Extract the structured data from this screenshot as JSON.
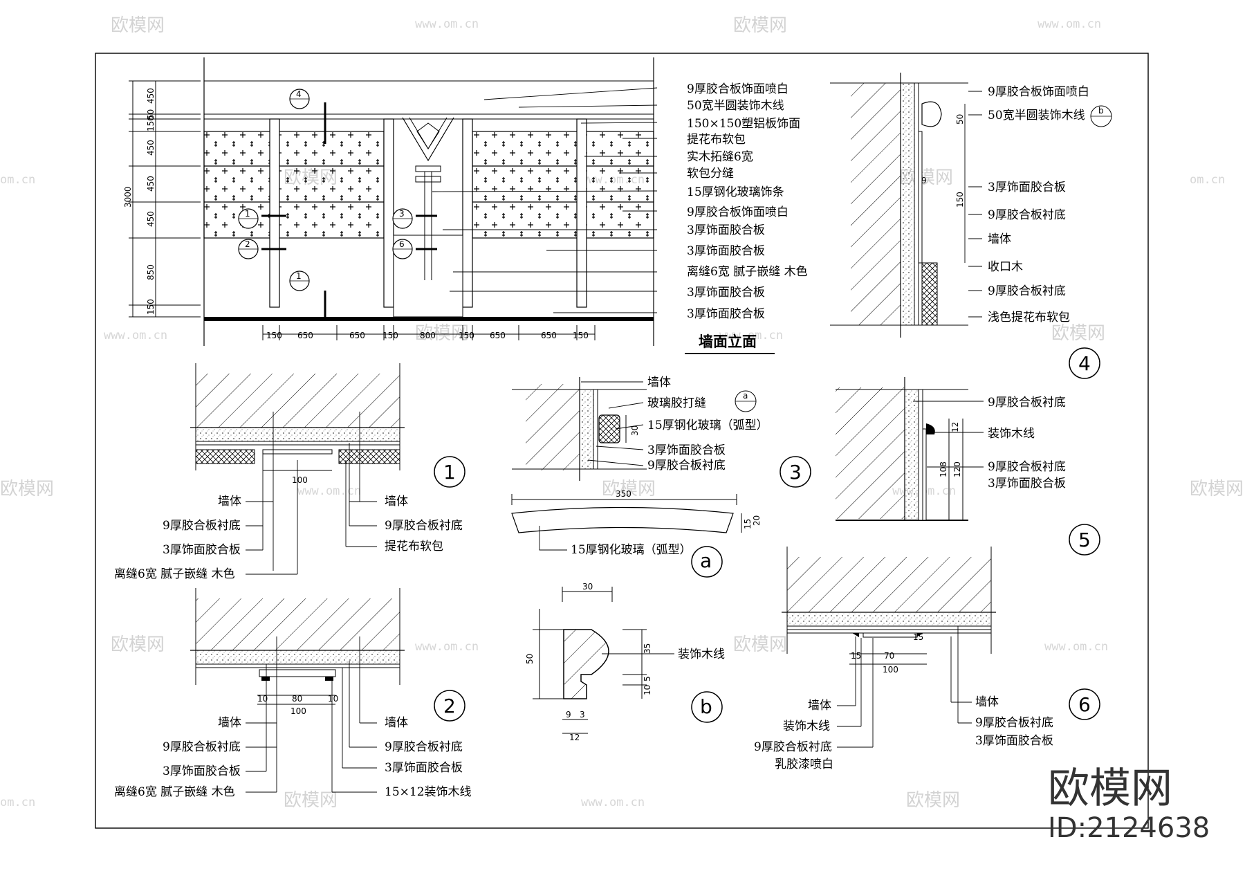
{
  "watermark": {
    "brand": "欧模网",
    "url": "www.om.cn",
    "short": "om.cn"
  },
  "elevation": {
    "title": "墙面立面",
    "height_total": "3000",
    "vdims": [
      "450",
      "50",
      "150",
      "450",
      "450",
      "450",
      "850",
      "150"
    ],
    "hdims": [
      "150",
      "650",
      "650",
      "150",
      "800",
      "150",
      "650",
      "650",
      "150"
    ],
    "labels": [
      "9厚胶合板饰面喷白",
      "50宽半圆装饰木线",
      "150×150塑铝板饰面",
      "提花布软包",
      "实木拓缝6宽",
      "软包分缝",
      "15厚钢化玻璃饰条",
      "9厚胶合板饰面喷白",
      "3厚饰面胶合板",
      "3厚饰面胶合板",
      "离缝6宽  腻子嵌缝  木色",
      "3厚饰面胶合板",
      "3厚饰面胶合板"
    ],
    "callouts": [
      "4",
      "1",
      "2",
      "3",
      "6",
      "1"
    ]
  },
  "detail1": {
    "num": "1",
    "dim": "100",
    "left": [
      "墙体",
      "9厚胶合板衬底",
      "3厚饰面胶合板",
      "离缝6宽  腻子嵌缝  木色"
    ],
    "right": [
      "墙体",
      "9厚胶合板衬底",
      "提花布软包"
    ]
  },
  "detail2": {
    "num": "2",
    "dims": [
      "10",
      "80",
      "10",
      "100"
    ],
    "left": [
      "墙体",
      "9厚胶合板衬底",
      "3厚饰面胶合板",
      "离缝6宽  腻子嵌缝  木色"
    ],
    "right": [
      "墙体",
      "9厚胶合板衬底",
      "3厚饰面胶合板",
      "15×12装饰木线"
    ]
  },
  "detail3": {
    "num": "3",
    "dim": "30",
    "labels": [
      "墙体",
      "玻璃胶打缝",
      "15厚钢化玻璃（弧型）",
      "3厚饰面胶合板",
      "9厚胶合板衬底"
    ],
    "ref": "a"
  },
  "detailA": {
    "num": "a",
    "dims": [
      "350",
      "15",
      "20"
    ],
    "label": "15厚钢化玻璃（弧型）"
  },
  "detailB": {
    "num": "b",
    "dims": [
      "30",
      "50",
      "35",
      "10",
      "5",
      "9",
      "3",
      "12"
    ],
    "label": "装饰木线"
  },
  "detail4": {
    "num": "4",
    "dims": [
      "50",
      "150",
      "9"
    ],
    "labels": [
      "9厚胶合板饰面喷白",
      "50宽半圆装饰木线",
      "3厚饰面胶合板",
      "9厚胶合板衬底",
      "墙体",
      "收口木",
      "9厚胶合板衬底",
      "浅色提花布软包"
    ],
    "ref": "b"
  },
  "detail5": {
    "num": "5",
    "dims": [
      "12",
      "108",
      "120"
    ],
    "labels": [
      "9厚胶合板衬底",
      "装饰木线",
      "9厚胶合板衬底",
      "3厚饰面胶合板"
    ]
  },
  "detail6": {
    "num": "6",
    "dims": [
      "15",
      "70",
      "15",
      "100"
    ],
    "left": [
      "墙体",
      "装饰木线",
      "9厚胶合板衬底",
      "乳胶漆喷白"
    ],
    "right": [
      "墙体",
      "9厚胶合板衬底",
      "3厚饰面胶合板"
    ]
  },
  "brand": {
    "name": "欧模网",
    "id": "ID:2124638"
  }
}
